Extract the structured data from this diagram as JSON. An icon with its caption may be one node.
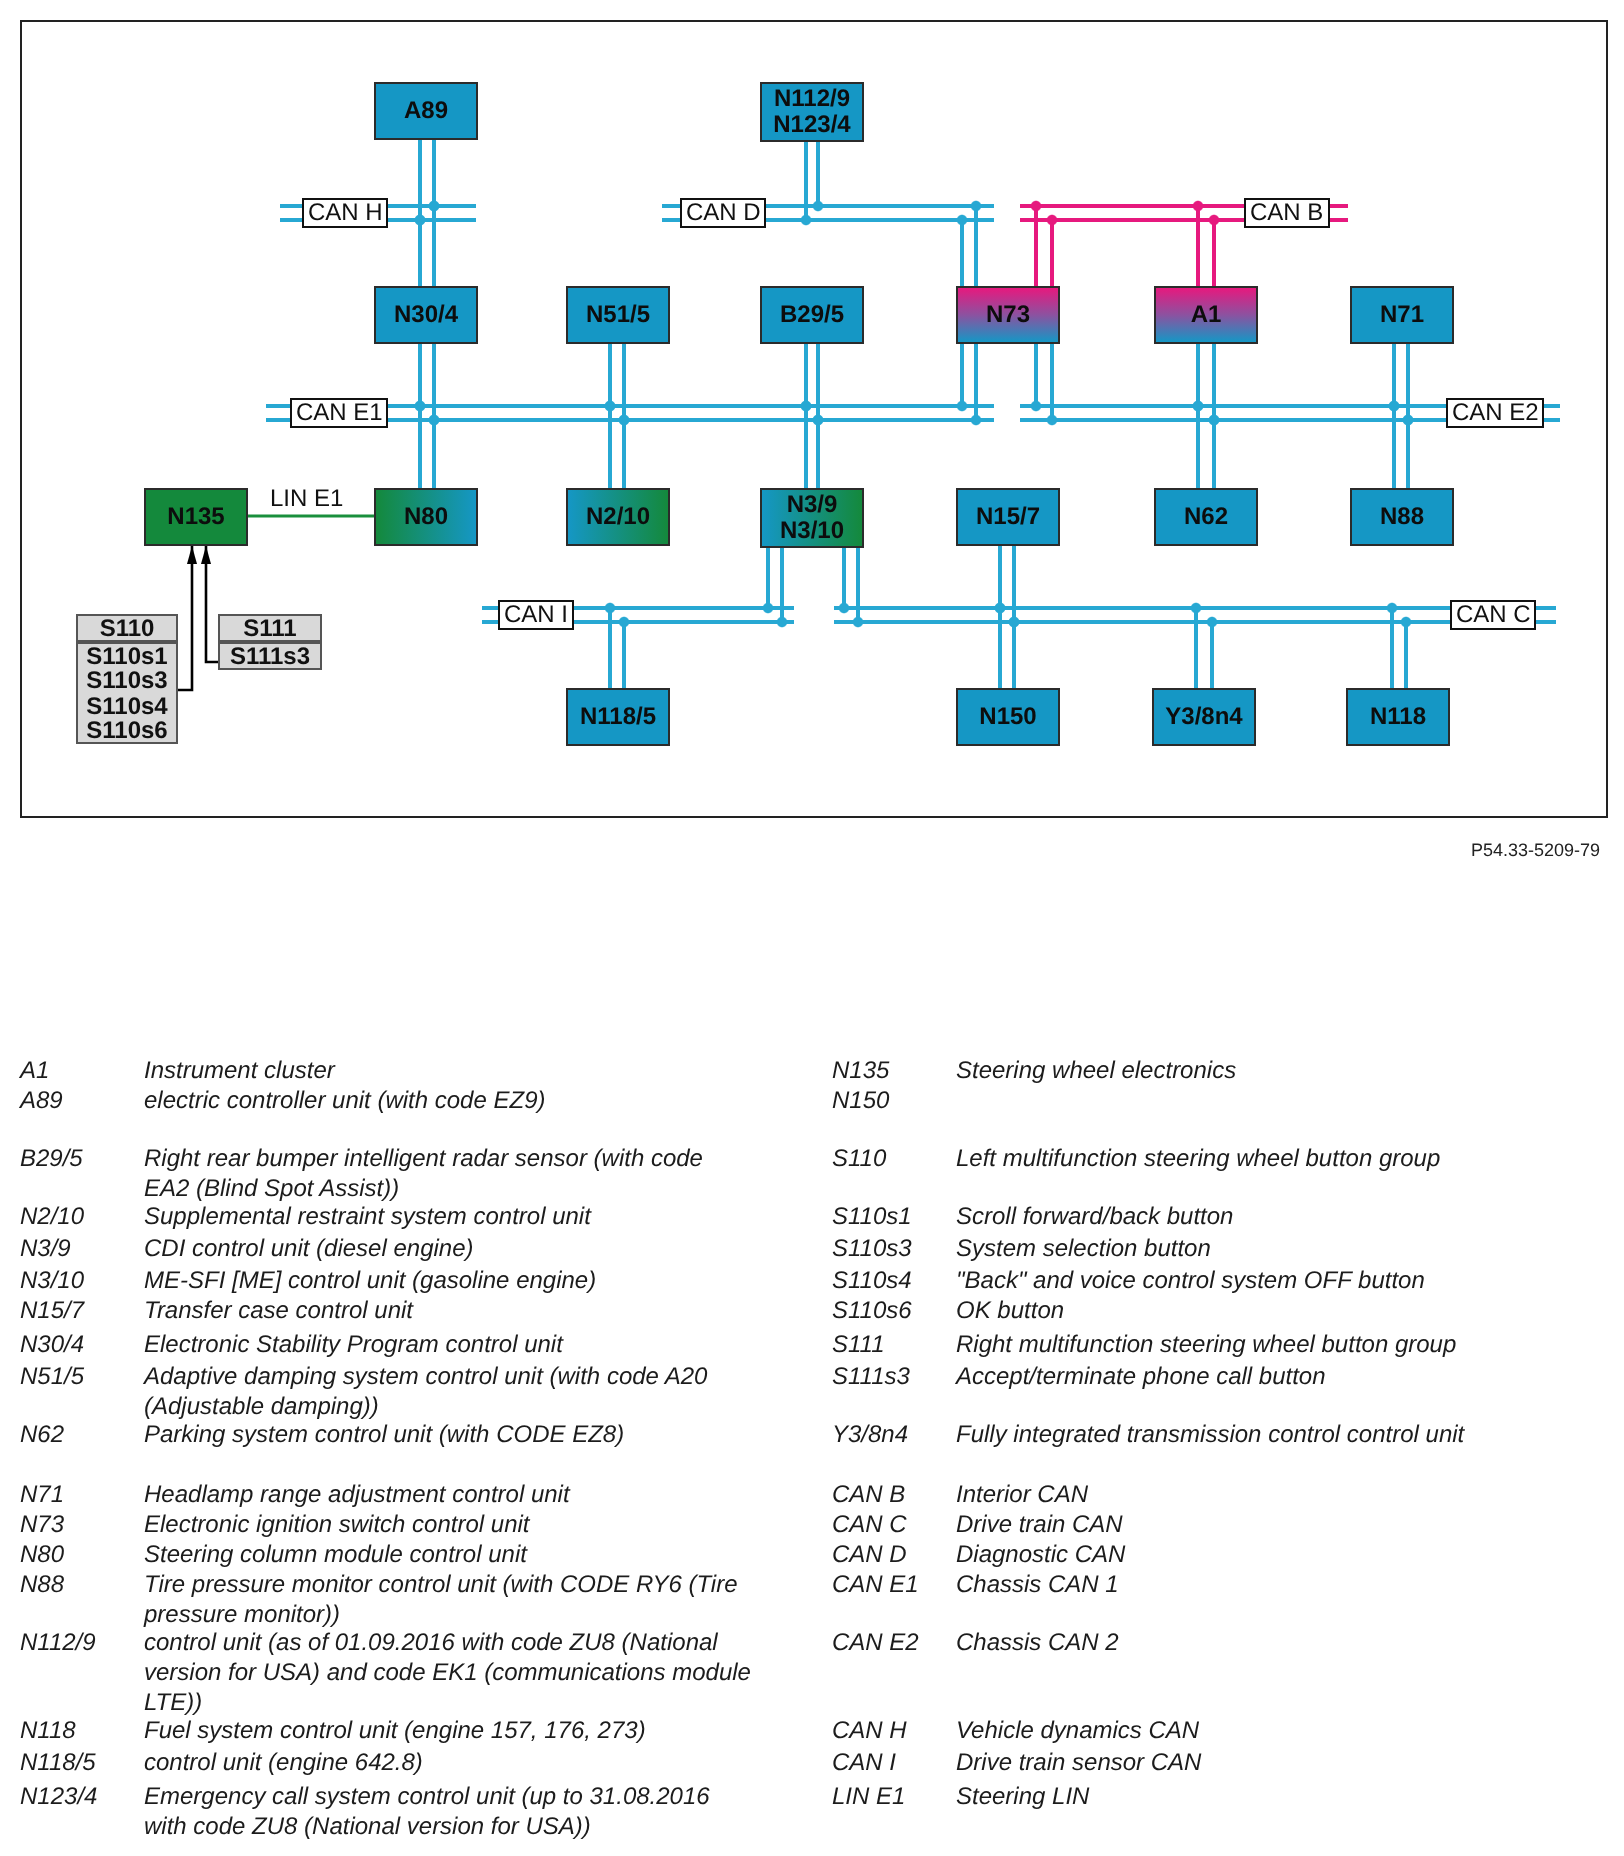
{
  "diagram": {
    "nodes": [
      {
        "text": [
          "A89"
        ]
      },
      {
        "text": [
          "N112/9 N123/4"
        ]
      },
      {
        "text": [
          "CAN H"
        ]
      },
      {
        "text": [
          "CAN D"
        ]
      },
      {
        "text": [
          "CAN B"
        ]
      },
      {
        "text": [
          "N30/4"
        ]
      },
      {
        "text": [
          "N51/5"
        ]
      },
      {
        "text": [
          "B29/5"
        ]
      },
      {
        "text": [
          "N73"
        ]
      },
      {
        "text": [
          "A1"
        ]
      },
      {
        "text": [
          "N71"
        ]
      },
      {
        "text": [
          "CAN E1"
        ]
      },
      {
        "text": [
          "CAN E2"
        ]
      },
      {
        "text": [
          "N135"
        ]
      },
      {
        "text": [
          "N80"
        ]
      },
      {
        "text": [
          "N2/10"
        ]
      },
      {
        "text": [
          "N3/9 N3/10"
        ]
      },
      {
        "text": [
          "N15/7"
        ]
      },
      {
        "text": [
          "N62"
        ]
      },
      {
        "text": [
          "N88"
        ]
      },
      {
        "text": [
          "CAN I"
        ]
      },
      {
        "text": [
          "CAN C"
        ]
      },
      {
        "text": [
          "S110",
          "S110s1 S110s3 S110s4 S110s6"
        ]
      },
      {
        "text": [
          "S111",
          "S111s3"
        ]
      },
      {
        "text": [
          "N118/5"
        ]
      },
      {
        "text": [
          "N150"
        ]
      },
      {
        "text": [
          "Y3/8n4"
        ]
      },
      {
        "text": [
          "N118"
        ]
      }
    ],
    "edges": [
      {
        "from": 0,
        "to": 2,
        "arrow": "none"
      },
      {
        "from": 2,
        "to": 5,
        "arrow": "none"
      },
      {
        "from": 1,
        "to": 3,
        "arrow": "none"
      },
      {
        "from": 3,
        "to": 8,
        "arrow": "none"
      },
      {
        "from": 4,
        "to": 8,
        "arrow": "none",
        "color": "#e6197e"
      },
      {
        "from": 4,
        "to": 9,
        "arrow": "none",
        "color": "#e6197e"
      },
      {
        "from": 5,
        "to": 11,
        "arrow": "none"
      },
      {
        "from": 11,
        "to": 14,
        "arrow": "none"
      },
      {
        "from": 6,
        "to": 11,
        "arrow": "none"
      },
      {
        "from": 11,
        "to": 15,
        "arrow": "none"
      },
      {
        "from": 7,
        "to": 11,
        "arrow": "none"
      },
      {
        "from": 11,
        "to": 16,
        "arrow": "none"
      },
      {
        "from": 8,
        "to": 11,
        "arrow": "none"
      },
      {
        "from": 8,
        "to": 12,
        "arrow": "none"
      },
      {
        "from": 9,
        "to": 12,
        "arrow": "none"
      },
      {
        "from": 12,
        "to": 18,
        "arrow": "none"
      },
      {
        "from": 10,
        "to": 12,
        "arrow": "none"
      },
      {
        "from": 12,
        "to": 19,
        "arrow": "none"
      },
      {
        "from": 13,
        "to": 14,
        "arrow": "none",
        "label": "LIN E1",
        "color": "#1a8f3c"
      },
      {
        "from": 16,
        "to": 20,
        "arrow": "none"
      },
      {
        "from": 16,
        "to": 21,
        "arrow": "none"
      },
      {
        "from": 17,
        "to": 21,
        "arrow": "none"
      },
      {
        "from": 21,
        "to": 25,
        "arrow": "none"
      },
      {
        "from": 20,
        "to": 24,
        "arrow": "none"
      },
      {
        "from": 21,
        "to": 26,
        "arrow": "none"
      },
      {
        "from": 21,
        "to": 27,
        "arrow": "none"
      },
      {
        "from": 22,
        "to": 13,
        "arrow": "to",
        "color": "#000000"
      },
      {
        "from": 23,
        "to": 13,
        "arrow": "to",
        "color": "#000000"
      }
    ],
    "labels": [
      "P54.33-5209-79",
      "A1",
      "Instrument cluster",
      "A89",
      "electric controller unit (with code EZ9)",
      "B29/5",
      "Right rear bumper intelligent radar sensor (with code EA2 (Blind Spot Assist))",
      "N2/10",
      "Supplemental restraint system control unit",
      "N3/9",
      "CDI control unit (diesel engine)",
      "N3/10",
      "ME-SFI [ME] control unit (gasoline engine)",
      "N15/7",
      "Transfer case control unit",
      "N30/4",
      "Electronic Stability Program control unit",
      "N51/5",
      "Adaptive damping system control unit (with code A20 (Adjustable damping))",
      "N62",
      "Parking system control unit (with CODE EZ8)",
      "N71",
      "Headlamp range adjustment control unit",
      "N73",
      "Electronic ignition switch control unit",
      "N80",
      "Steering column module control unit",
      "N88",
      "Tire pressure monitor control unit (with CODE RY6 (Tire pressure monitor))",
      "N112/9",
      "control unit (as of 01.09.2016 with code ZU8 (National version for USA) and code EK1 (communications module LTE))",
      "N118",
      "Fuel system control unit (engine 157, 176, 273)",
      "N118/5",
      "control unit (engine 642.8)",
      "N123/4",
      "Emergency call system control unit (up to 31.08.2016 with code ZU8 (National version for USA))",
      "N135",
      "Steering wheel electronics",
      "N150",
      "S110",
      "Left multifunction steering wheel button group",
      "S110s1",
      "Scroll forward/back button",
      "S110s3",
      "System selection button",
      "S110s4",
      "\"Back\" and voice control system OFF button",
      "S110s6",
      "OK button",
      "S111",
      "Right multifunction steering wheel button group",
      "S111s3",
      "Accept/terminate phone call button",
      "Y3/8n4",
      "Fully integrated transmission control control unit",
      "CAN B",
      "Interior CAN",
      "CAN C",
      "Drive train CAN",
      "CAN D",
      "Diagnostic CAN",
      "CAN E1",
      "Chassis CAN 1",
      "CAN E2",
      "Chassis CAN 2",
      "CAN H",
      "Vehicle dynamics CAN",
      "CAN I",
      "Drive train sensor CAN",
      "LIN E1",
      "Steering LIN"
    ]
  }
}
